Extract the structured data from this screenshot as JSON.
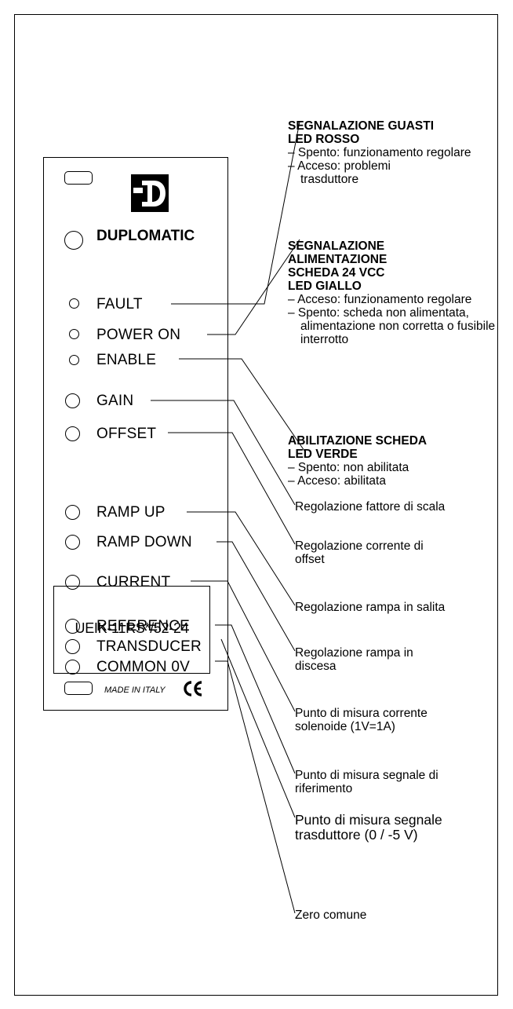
{
  "panel": {
    "brand": "DUPLOMATIC",
    "leds": [
      "FAULT",
      "POWER ON",
      "ENABLE"
    ],
    "trimmers": [
      "GAIN",
      "OFFSET",
      "RAMP UP",
      "RAMP DOWN"
    ],
    "test_points": [
      "CURRENT",
      "REFERENCE",
      "TRANSDUCER",
      "COMMON 0V"
    ],
    "model": "UEIK-11RS*/52-24",
    "made_in": "MADE IN ITALY"
  },
  "notes": {
    "fault": {
      "title1": "SEGNALAZIONE GUASTI",
      "title2": "LED ROSSO",
      "items": [
        "– Spento: funzionamento regolare",
        "– Acceso: problemi trasduttore"
      ]
    },
    "power": {
      "title1": "SEGNALAZIONE",
      "title2": "ALIMENTAZIONE",
      "title3": "SCHEDA 24 VCC",
      "title4": "LED GIALLO",
      "items": [
        "– Acceso: funzionamento regolare",
        "– Spento: scheda non alimentata, alimentazione non corretta o fusibile interrotto"
      ]
    },
    "enable": {
      "title1": "ABILITAZIONE SCHEDA",
      "title2": "LED VERDE",
      "items": [
        "– Spento: non abilitata",
        "– Acceso: abilitata"
      ]
    }
  },
  "descriptions": [
    "Regolazione fattore di scala",
    "Regolazione corrente di offset",
    "Regolazione rampa in salita",
    "Regolazione rampa in discesa",
    "Punto di misura corrente solenoide (1V=1A)",
    "Punto di misura segnale di riferimento",
    "Punto di misura segnale trasduttore (0 / -5 V)",
    "Zero comune"
  ]
}
